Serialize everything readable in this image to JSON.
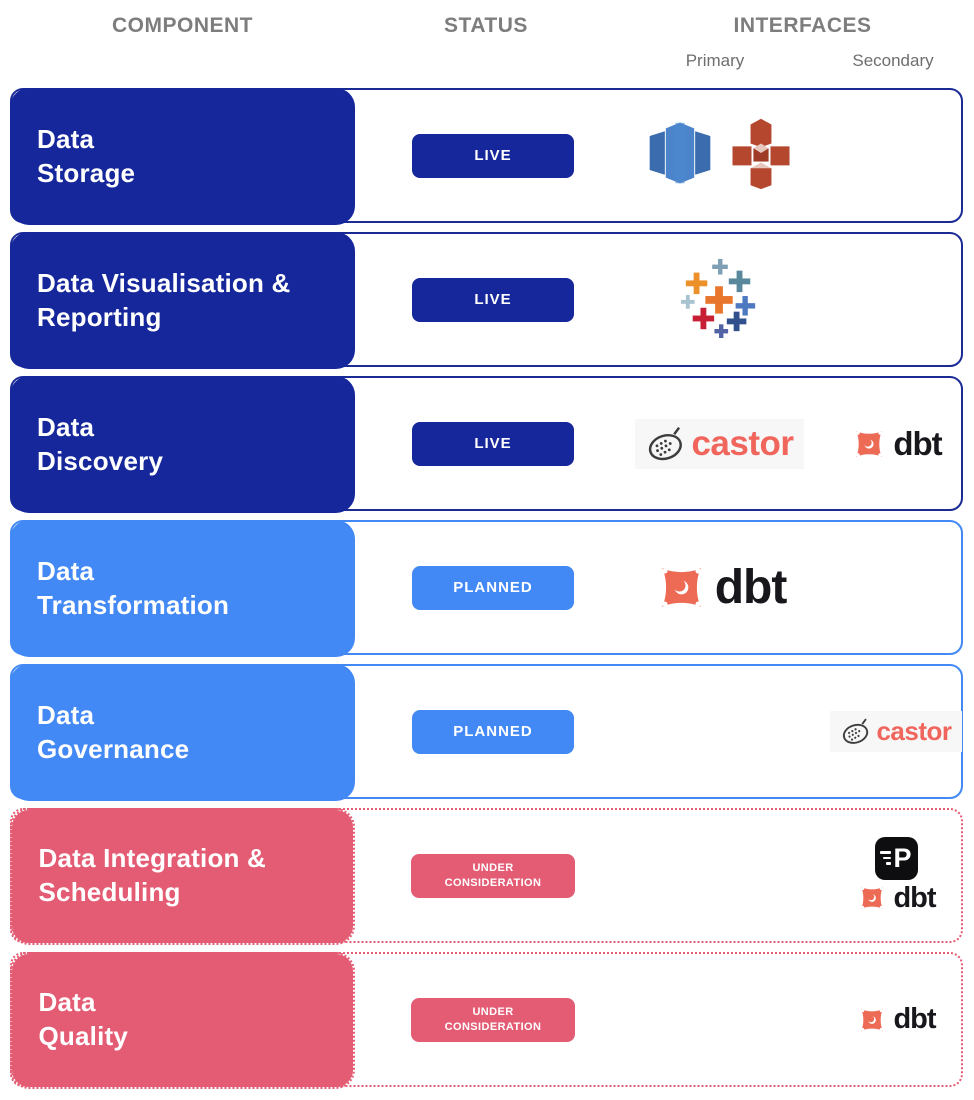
{
  "header": {
    "component": "COMPONENT",
    "status": "STATUS",
    "interfaces": "INTERFACES",
    "primary": "Primary",
    "secondary": "Secondary"
  },
  "colors": {
    "live_navy": "#15279B",
    "planned_blue": "#4289F5",
    "under_consideration_pink": "#E45C74",
    "header_gray": "#7D7D7D",
    "castor_coral": "#F0655C",
    "dbt_coral": "#ED6A55"
  },
  "logos": {
    "castor": "castor",
    "dbt": "dbt",
    "prefect_letter": "P"
  },
  "rows": [
    {
      "id": "data-storage",
      "label_line1": "Data",
      "label_line2": "Storage",
      "status": "LIVE",
      "tier": "live",
      "primary_interfaces": [
        "amazon-redshift",
        "amazon-s3"
      ],
      "secondary_interfaces": []
    },
    {
      "id": "data-visualisation-reporting",
      "label_line1": "Data Visualisation &",
      "label_line2": "Reporting",
      "status": "LIVE",
      "tier": "live",
      "primary_interfaces": [
        "tableau"
      ],
      "secondary_interfaces": []
    },
    {
      "id": "data-discovery",
      "label_line1": "Data",
      "label_line2": "Discovery",
      "status": "LIVE",
      "tier": "live",
      "primary_interfaces": [
        "castor"
      ],
      "secondary_interfaces": [
        "dbt"
      ]
    },
    {
      "id": "data-transformation",
      "label_line1": "Data",
      "label_line2": "Transformation",
      "status": "PLANNED",
      "tier": "planned",
      "primary_interfaces": [
        "dbt"
      ],
      "secondary_interfaces": []
    },
    {
      "id": "data-governance",
      "label_line1": "Data",
      "label_line2": "Governance",
      "status": "PLANNED",
      "tier": "planned",
      "primary_interfaces": [],
      "secondary_interfaces": [
        "castor"
      ]
    },
    {
      "id": "data-integration-scheduling",
      "label_line1": "Data Integration &",
      "label_line2": "Scheduling",
      "status": "UNDER CONSIDERATION",
      "tier": "under-consideration",
      "primary_interfaces": [],
      "secondary_interfaces": [
        "prefect",
        "dbt"
      ]
    },
    {
      "id": "data-quality",
      "label_line1": "Data",
      "label_line2": "Quality",
      "status": "UNDER CONSIDERATION",
      "tier": "under-consideration",
      "primary_interfaces": [],
      "secondary_interfaces": [
        "dbt"
      ]
    }
  ]
}
